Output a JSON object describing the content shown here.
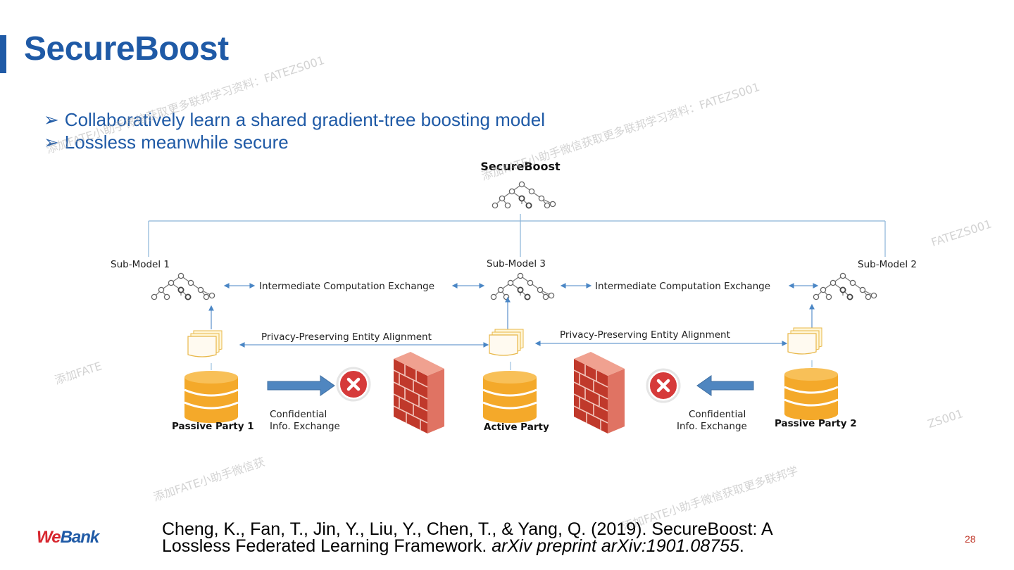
{
  "slide": {
    "title": "SecureBoost",
    "bullet_marker": "➢",
    "bullets": [
      "Collaboratively learn a shared gradient-tree boosting model",
      "Lossless meanwhile secure"
    ],
    "logo": {
      "we": "We",
      "bank": "Bank"
    },
    "citation": {
      "line1": "Cheng, K., Fan, T., Jin, Y., Liu, Y., Chen, T., & Yang, Q. (2019). SecureBoost: A",
      "line2_plain": "Lossless Federated Learning Framework. ",
      "line2_italic": "arXiv preprint arXiv:1901.08755",
      "line2_end": "."
    },
    "page_number": "28",
    "watermarks": {
      "full": "添加FATE小助手微信获取更多联邦学习资料：FATEZS001",
      "tail1": "添加FATE小助手微信获取更多联邦学习资料：FATEZS001",
      "partial_left": "添加FATE",
      "tail2": "FATEZS001",
      "tail3": "ZS001",
      "bottom_left": "添加FATE小助手微信获",
      "bottom_right": "添加FATE小助手微信获取更多联邦学"
    }
  },
  "diagram": {
    "top_title": "SecureBoost",
    "sub_models": [
      "Sub-Model 1",
      "Sub-Model 3",
      "Sub-Model 2"
    ],
    "exchange_label": "Intermediate Computation Exchange",
    "alignment_label": "Privacy-Preserving Entity Alignment",
    "parties": [
      "Passive Party 1",
      "Active Party",
      "Passive Party 2"
    ],
    "confidential_line1": "Confidential",
    "confidential_line2": "Info. Exchange",
    "colors": {
      "line": "#8ab4d8",
      "db_fill": "#f4a92a",
      "db_top": "#f8c058",
      "doc_fill": "#fff6d8",
      "doc_stroke": "#e8b84a",
      "arrow": "#4a86c5",
      "x_circle": "#d63a3a",
      "brick": "#c0392b",
      "tree_node": "#888888"
    }
  }
}
